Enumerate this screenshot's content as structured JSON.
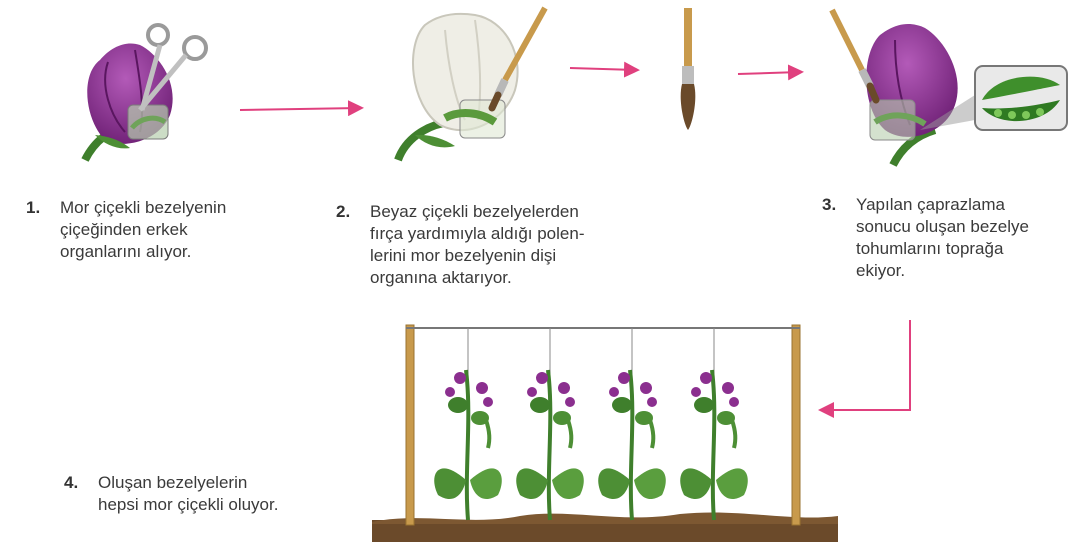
{
  "steps": [
    {
      "number": "1.",
      "lines": [
        "Mor çiçekli bezelyenin",
        "çiçeğinden erkek",
        "organlarını alıyor."
      ]
    },
    {
      "number": "2.",
      "lines": [
        "Beyaz çiçekli bezelyelerden",
        "fırça yardımıyla aldığı polen-",
        "lerini mor bezelyenin dişi",
        "organına aktarıyor."
      ]
    },
    {
      "number": "3.",
      "lines": [
        "Yapılan çaprazlama",
        "sonucu oluşan bezelye",
        "tohumlarını toprağa",
        "ekiyor."
      ]
    },
    {
      "number": "4.",
      "lines": [
        "Oluşan bezelyelerin",
        "hepsi mor çiçekli oluyor."
      ]
    }
  ],
  "colors": {
    "purple_flower": "#8b2f8f",
    "white_flower": "#efeee6",
    "stem_green": "#3f7f2c",
    "arrow_pink": "#e0407e",
    "pole_wood": "#c89a4c",
    "soil": "#6b4a2a"
  },
  "icons": [
    "scissors-icon",
    "paint-brush-icon",
    "pea-pod-icon",
    "pea-plant-icon",
    "arrow-icon"
  ]
}
